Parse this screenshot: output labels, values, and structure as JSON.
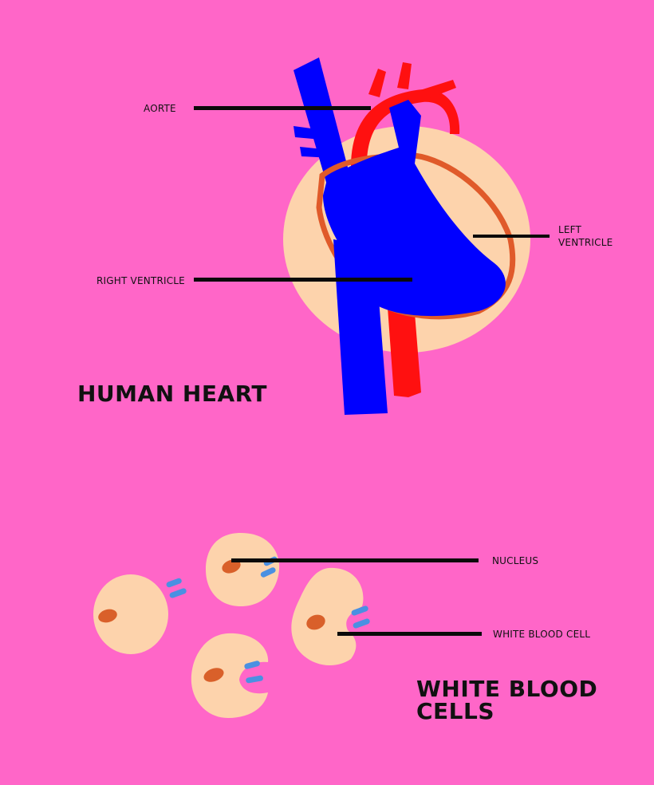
{
  "heart": {
    "title": "HUMAN HEART",
    "labels": {
      "aorte": "AORTE",
      "right_ventricle": "RIGHT  VENTRICLE",
      "left_ventricle_line1": "LEFT",
      "left_ventricle_line2": "VENTRICLE"
    }
  },
  "cells": {
    "title_line1": "WHITE BLOOD",
    "title_line2": "CELLS",
    "labels": {
      "nucleus": "NUCLEUS",
      "white_blood_cell": "WHITE  BLOOD  CELL"
    }
  },
  "colors": {
    "background": "#ff66c8",
    "vein_blue": "#0000ff",
    "artery_red": "#ff1010",
    "pericardium": "#fdd3ac",
    "outline_orange": "#e05a2a",
    "cell_body": "#fdd3ac",
    "nucleus_orange": "#d9602a",
    "granule_blue": "#4a90e2",
    "ink": "#111111"
  }
}
